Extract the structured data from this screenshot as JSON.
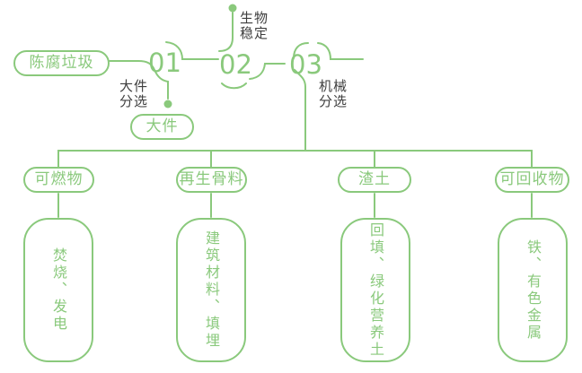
{
  "colors": {
    "accent_green": "#8ac97c",
    "label_dark": "#3e3e3e",
    "background": "#ffffff"
  },
  "timeline": {
    "source_label": "陈腐垃圾",
    "steps": [
      {
        "number": "01",
        "label": "大件\n分选"
      },
      {
        "number": "02",
        "label": "生物\n稳定"
      },
      {
        "number": "03",
        "label": "机械\n分选"
      }
    ],
    "large_item_pill": "大件"
  },
  "outputs": [
    {
      "category": "可燃物",
      "detail": "焚烧、发电"
    },
    {
      "category": "再生骨料",
      "detail": "建筑材料、填埋"
    },
    {
      "category": "渣土",
      "detail": "回填、绿化营养土"
    },
    {
      "category": "可回收物",
      "detail": "铁、有色金属"
    }
  ]
}
